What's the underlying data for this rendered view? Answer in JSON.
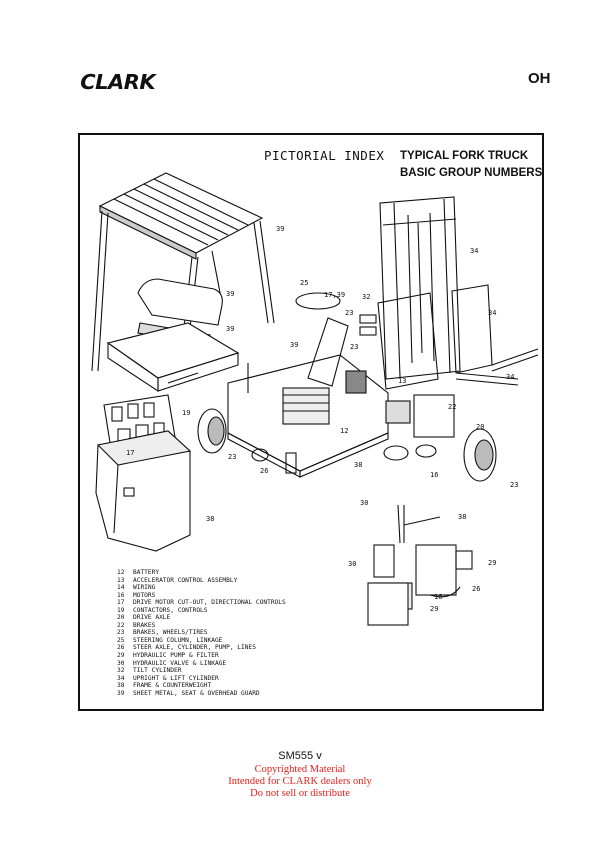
{
  "header": {
    "logo": "CLARK",
    "model_code": "OH"
  },
  "figure": {
    "title": "PICTORIAL INDEX",
    "subtitle_line1": "TYPICAL FORK TRUCK",
    "subtitle_line2": "BASIC GROUP NUMBERS",
    "callouts": [
      "39",
      "39",
      "39",
      "25",
      "17,39",
      "23",
      "39",
      "23",
      "13",
      "32",
      "34",
      "34",
      "34",
      "19",
      "12",
      "22",
      "20",
      "17",
      "23",
      "26",
      "16",
      "38",
      "23",
      "38",
      "30",
      "38",
      "30",
      "29",
      "26",
      "16",
      "29"
    ],
    "legend": [
      {
        "num": "12",
        "text": "BATTERY"
      },
      {
        "num": "13",
        "text": "ACCELERATOR CONTROL ASSEMBLY"
      },
      {
        "num": "14",
        "text": "WIRING"
      },
      {
        "num": "16",
        "text": "MOTORS"
      },
      {
        "num": "17",
        "text": "DRIVE MOTOR CUT-OUT, DIRECTIONAL CONTROLS"
      },
      {
        "num": "19",
        "text": "CONTACTORS, CONTROLS"
      },
      {
        "num": "20",
        "text": "DRIVE AXLE"
      },
      {
        "num": "22",
        "text": "BRAKES"
      },
      {
        "num": "23",
        "text": "BRAKES, WHEELS/TIRES"
      },
      {
        "num": "25",
        "text": "STEERING COLUMN, LINKAGE"
      },
      {
        "num": "26",
        "text": "STEER AXLE, CYLINDER, PUMP, LINES"
      },
      {
        "num": "29",
        "text": "HYDRAULIC PUMP & FILTER"
      },
      {
        "num": "30",
        "text": "HYDRAULIC VALVE & LINKAGE"
      },
      {
        "num": "32",
        "text": "TILT CYLINDER"
      },
      {
        "num": "34",
        "text": "UPRIGHT & LIFT CYLINDER"
      },
      {
        "num": "38",
        "text": "FRAME & COUNTERWEIGHT"
      },
      {
        "num": "39",
        "text": "SHEET METAL, SEAT & OVERHEAD GUARD"
      }
    ]
  },
  "footer": {
    "doc_code": "SM555 v",
    "notice_line1": "Copyrighted Material",
    "notice_line2": "Intended for CLARK dealers only",
    "notice_line3": "Do not sell or distribute"
  }
}
